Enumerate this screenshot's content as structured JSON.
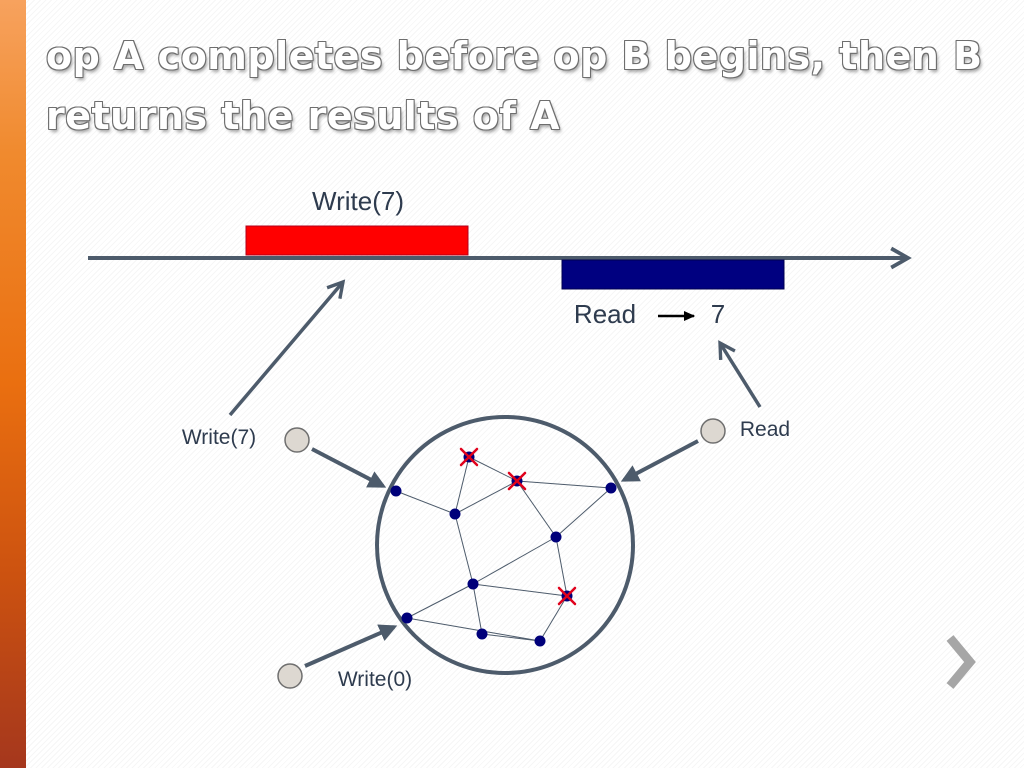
{
  "slide": {
    "title": "op A completes before op B begins, then B returns the results of A"
  },
  "timeline": {
    "write_label": "Write(7)",
    "read_label": "Read",
    "read_result": "7",
    "write_color": "#ff0000",
    "read_color": "#000080",
    "axis_color": "#4d5b6b"
  },
  "clients": {
    "client_a_label": "Write(7)",
    "client_b_label": "Read",
    "client_c_label": "Write(0)"
  },
  "network": {
    "node_color": "#00007a",
    "failed_marker_color": "#e0001b"
  },
  "nav": {
    "next_icon": "chevron-right-icon"
  }
}
